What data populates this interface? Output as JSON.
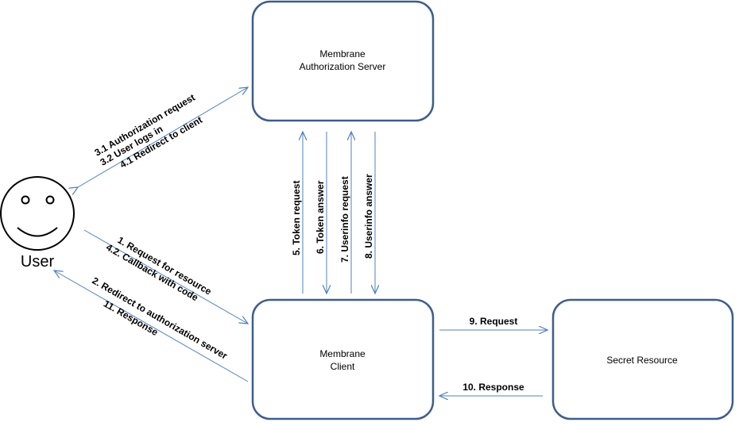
{
  "nodes": {
    "auth_server": {
      "line1": "Membrane",
      "line2": "Authorization Server"
    },
    "client": {
      "line1": "Membrane",
      "line2": "Client"
    },
    "secret": {
      "label": "Secret Resource"
    },
    "user": {
      "label": "User"
    }
  },
  "edges": {
    "user_auth": [
      "3.1 Authorization request",
      "3.2 User logs in",
      "4.1 Redirect to client"
    ],
    "user_client_down": [
      "1. Request for resource",
      "4.2. Callback with code"
    ],
    "client_user_up": [
      "2. Redirect to authorization server",
      "11. Response"
    ],
    "token_request": "5. Token request",
    "token_answer": "6. Token answer",
    "userinfo_request": "7. Userinfo request",
    "userinfo_answer": "8. Userinfo answer",
    "request": "9. Request",
    "response": "10. Response"
  },
  "colors": {
    "box_border": "#3f5d8a",
    "arrow": "#4f81bd",
    "face_stroke": "#000000"
  }
}
